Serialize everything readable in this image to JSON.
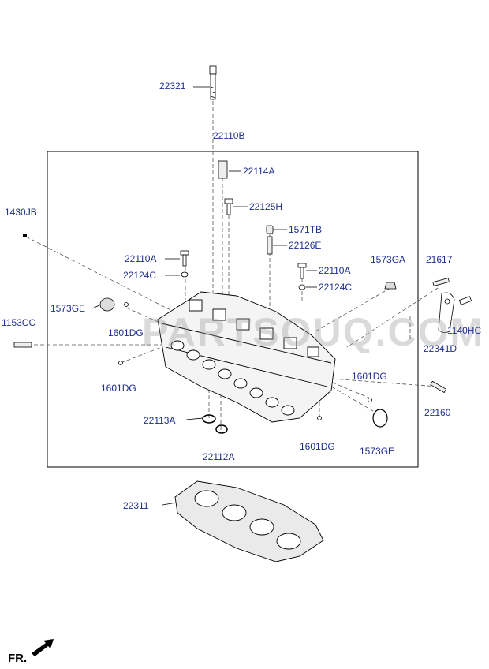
{
  "labels": {
    "p22321": "22321",
    "p22110B": "22110B",
    "p22114A": "22114A",
    "p22125H": "22125H",
    "p1430JB": "1430JB",
    "p1571TB": "1571TB",
    "p22126E": "22126E",
    "p22110A_l": "22110A",
    "p22124C_l": "22124C",
    "p1573GA": "1573GA",
    "p21617": "21617",
    "p22110A_r": "22110A",
    "p22124C_r": "22124C",
    "p1573GE_l": "1573GE",
    "p1153CC": "1153CC",
    "p1601DG_1": "1601DG",
    "p1140HC": "1140HC",
    "p22341D": "22341D",
    "p1601DG_2": "1601DG",
    "p1601DG_3": "1601DG",
    "p22160": "22160",
    "p22113A": "22113A",
    "p1601DG_4": "1601DG",
    "p1573GE_r": "1573GE",
    "p22112A": "22112A",
    "p22311": "22311"
  },
  "watermark": "PARTSOUQ.COM",
  "front_label": "FR.",
  "colors": {
    "label": "#1f2f8f",
    "line": "#000000"
  }
}
